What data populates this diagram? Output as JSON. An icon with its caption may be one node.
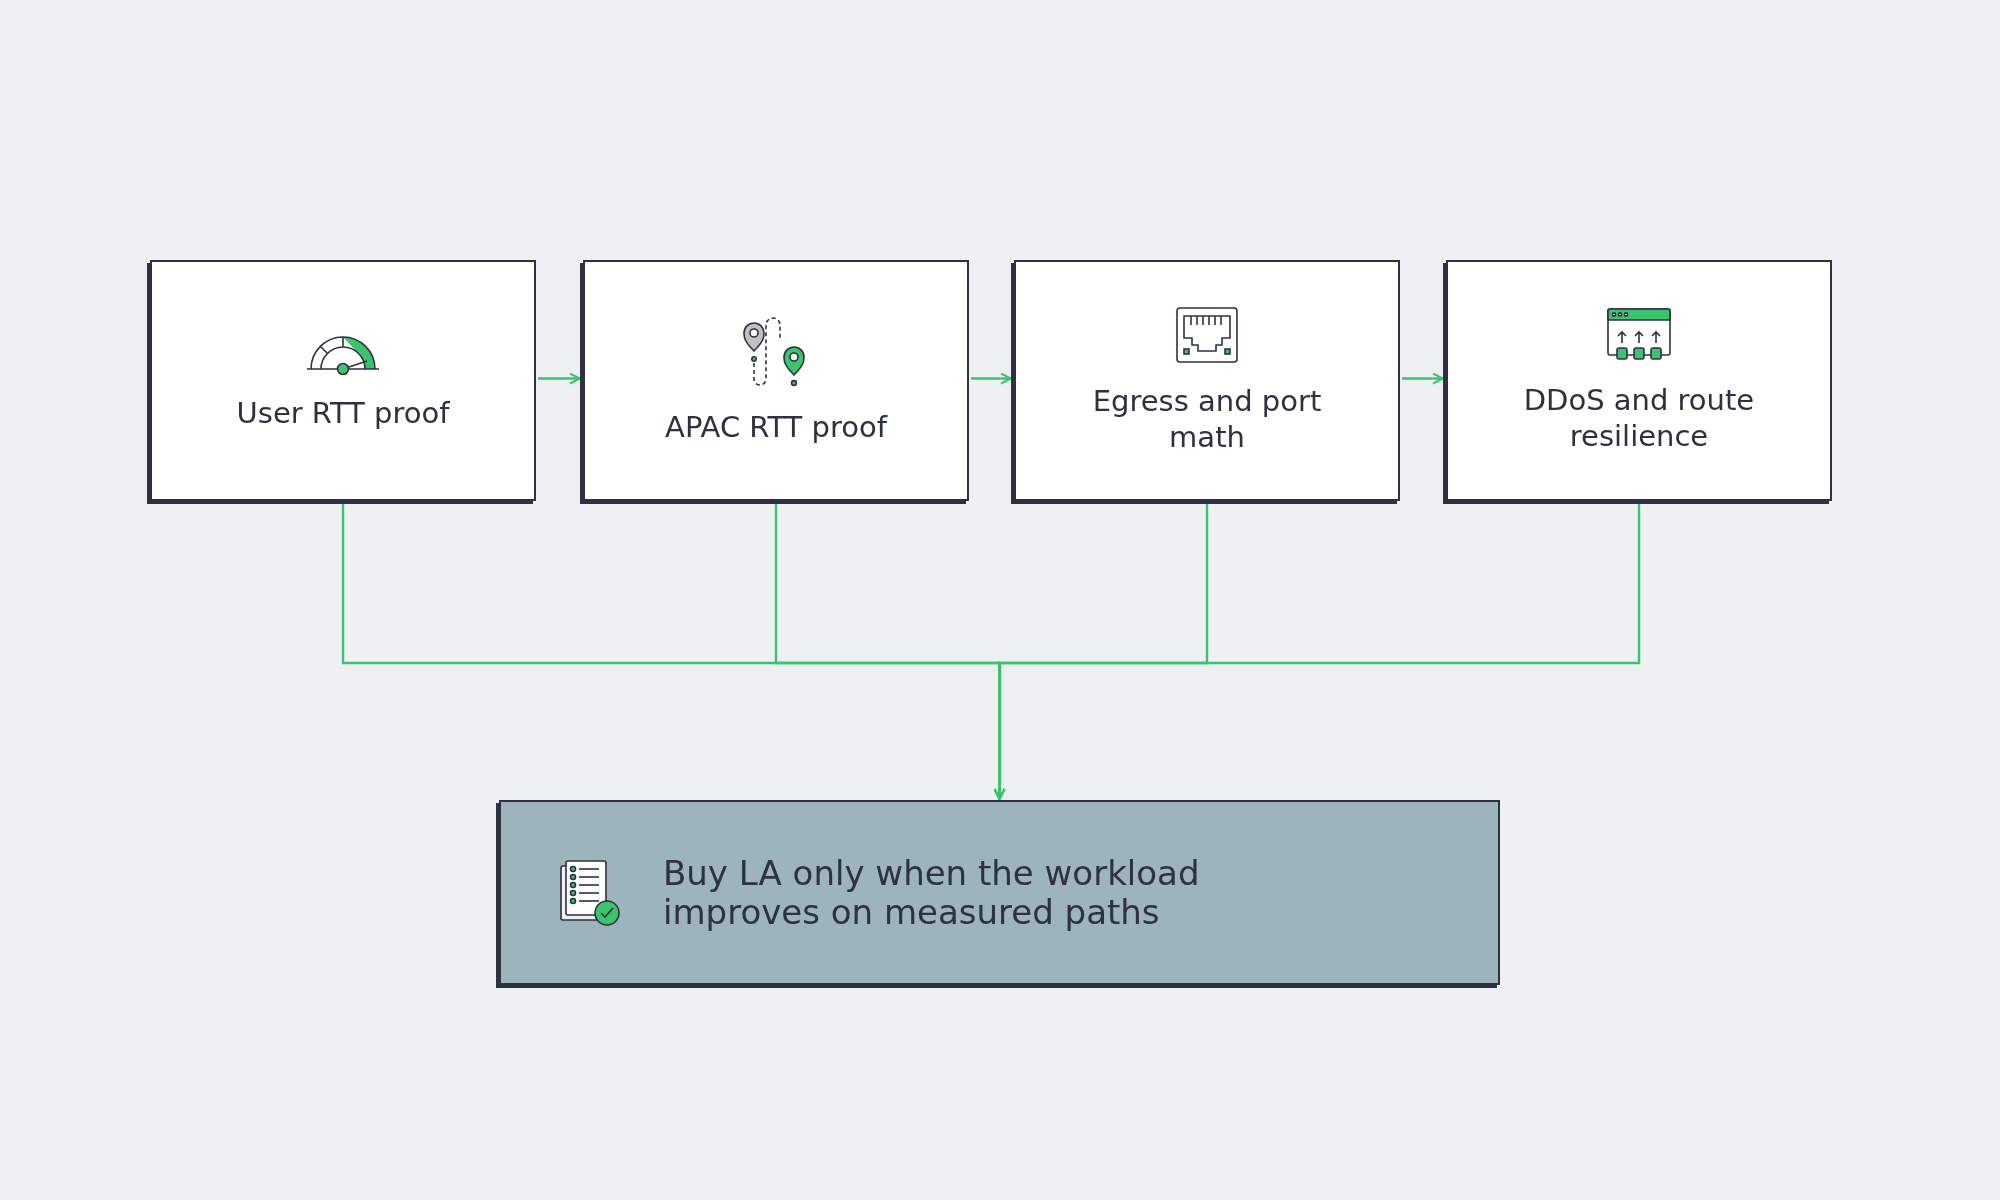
{
  "diagram": {
    "nodes": [
      {
        "text": [
          "User RTT proof"
        ]
      },
      {
        "text": [
          "APAC RTT proof"
        ]
      },
      {
        "text": [
          "Egress and port math"
        ]
      },
      {
        "text": [
          "DDoS and route resilience"
        ]
      },
      {
        "text": [
          "Buy LA only when the workload improves on measured paths"
        ]
      }
    ],
    "edges": [
      {
        "from": 0,
        "to": 1,
        "arrow": "to"
      },
      {
        "from": 1,
        "to": 2,
        "arrow": "to"
      },
      {
        "from": 2,
        "to": 3,
        "arrow": "to"
      },
      {
        "from": 0,
        "to": 4,
        "arrow": "to"
      },
      {
        "from": 1,
        "to": 4,
        "arrow": "to"
      },
      {
        "from": 2,
        "to": 4,
        "arrow": "to"
      },
      {
        "from": 3,
        "to": 4,
        "arrow": "to"
      }
    ]
  }
}
